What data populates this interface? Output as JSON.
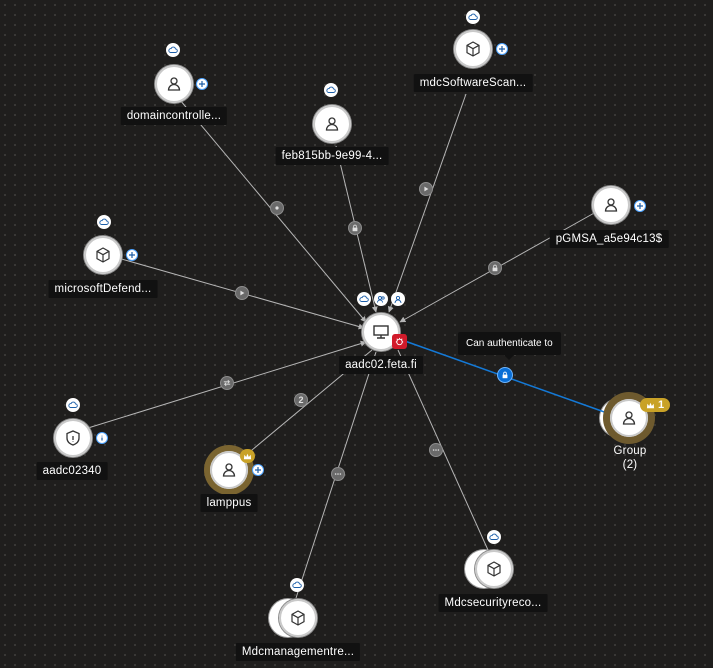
{
  "nodes": {
    "center": {
      "label": "aadc02.feta.fi",
      "icon": "computer-icon"
    },
    "domaincontroller": {
      "label": "domaincontrolle...",
      "icon": "user-icon"
    },
    "feb815bb": {
      "label": "feb815bb-9e99-4...",
      "icon": "user-icon"
    },
    "mdcsoftwarescan": {
      "label": "mdcSoftwareScan...",
      "icon": "cube-icon"
    },
    "pgmsa": {
      "label": "pGMSA_a5e94c13$",
      "icon": "user-icon"
    },
    "microsoftdefend": {
      "label": "microsoftDefend...",
      "icon": "cube-icon"
    },
    "aadc02340": {
      "label": "aadc02340",
      "icon": "shield-icon"
    },
    "lamppus": {
      "label": "lamppus",
      "icon": "user-icon"
    },
    "group": {
      "label": "Group",
      "sublabel": "(2)",
      "icon": "user-icon",
      "badge_count": "1"
    },
    "mdcsecurityreco": {
      "label": "Mdcsecurityreco...",
      "icon": "cube-icon"
    },
    "mdcmanagement": {
      "label": "Mdcmanagementre...",
      "icon": "cube-icon"
    }
  },
  "edges": {
    "lamppus_count": "2",
    "tooltip": "Can authenticate to"
  },
  "colors": {
    "background": "#1f1e1d",
    "edge": "#b5b5b5",
    "active_edge": "#1479d6",
    "alert": "#d11a2a",
    "crown": "#c9a227"
  }
}
